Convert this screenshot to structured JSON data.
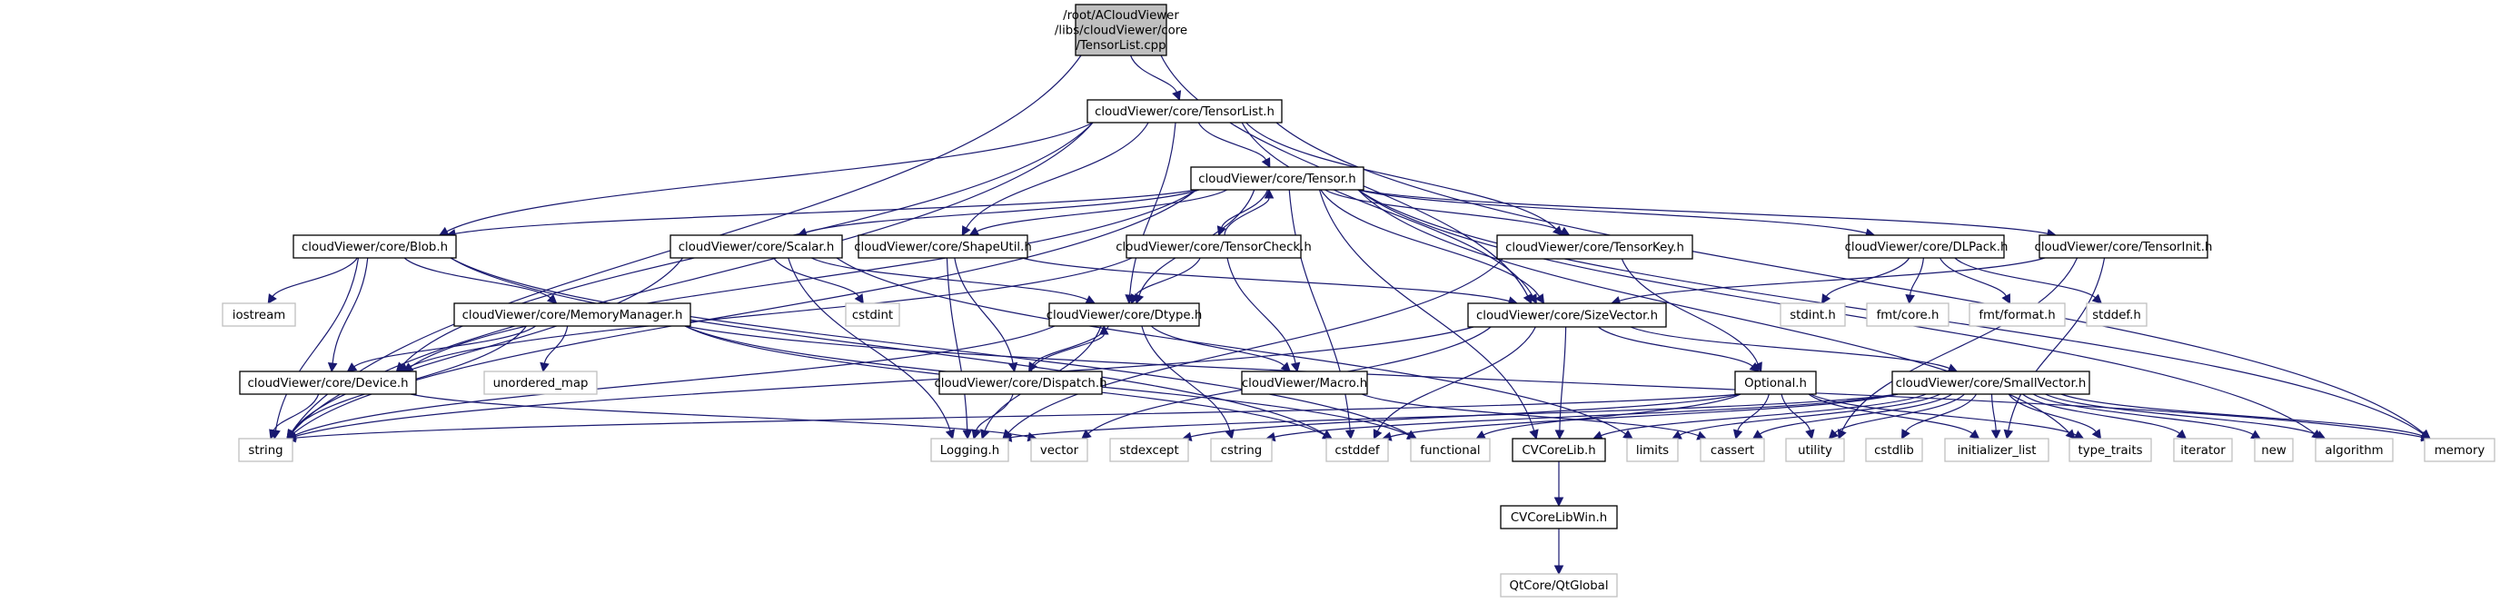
{
  "title": "Include dependency graph for TensorList.cpp",
  "colors": {
    "edge": "#191970",
    "root_fill": "#bfbfbf",
    "local_border": "#000000",
    "system_border": "#bfbfbf"
  },
  "nodes": [
    {
      "id": "root",
      "kind": "root",
      "lines": [
        "/root/ACloudViewer",
        "/libs/cloudViewer/core",
        "/TensorList.cpp"
      ]
    },
    {
      "id": "tensorlist",
      "kind": "local",
      "lines": [
        "cloudViewer/core/TensorList.h"
      ]
    },
    {
      "id": "tensor",
      "kind": "local",
      "lines": [
        "cloudViewer/core/Tensor.h"
      ]
    },
    {
      "id": "blob",
      "kind": "local",
      "lines": [
        "cloudViewer/core/Blob.h"
      ]
    },
    {
      "id": "scalar",
      "kind": "local",
      "lines": [
        "cloudViewer/core/Scalar.h"
      ]
    },
    {
      "id": "shapeutil",
      "kind": "local",
      "lines": [
        "cloudViewer/core/ShapeUtil.h"
      ]
    },
    {
      "id": "tensorcheck",
      "kind": "local",
      "lines": [
        "cloudViewer/core/TensorCheck.h"
      ]
    },
    {
      "id": "tensorkey",
      "kind": "local",
      "lines": [
        "cloudViewer/core/TensorKey.h"
      ]
    },
    {
      "id": "dlpack",
      "kind": "local",
      "lines": [
        "cloudViewer/core/DLPack.h"
      ]
    },
    {
      "id": "tensorinit",
      "kind": "local",
      "lines": [
        "cloudViewer/core/TensorInit.h"
      ]
    },
    {
      "id": "iostream",
      "kind": "system",
      "lines": [
        "iostream"
      ]
    },
    {
      "id": "memorymanager",
      "kind": "local",
      "lines": [
        "cloudViewer/core/MemoryManager.h"
      ]
    },
    {
      "id": "cstdint",
      "kind": "system",
      "lines": [
        "cstdint"
      ]
    },
    {
      "id": "dtype",
      "kind": "local",
      "lines": [
        "cloudViewer/core/Dtype.h"
      ]
    },
    {
      "id": "sizevector",
      "kind": "local",
      "lines": [
        "cloudViewer/core/SizeVector.h"
      ]
    },
    {
      "id": "stdint",
      "kind": "system",
      "lines": [
        "stdint.h"
      ]
    },
    {
      "id": "fmtcore",
      "kind": "system",
      "lines": [
        "fmt/core.h"
      ]
    },
    {
      "id": "fmtformat",
      "kind": "system",
      "lines": [
        "fmt/format.h"
      ]
    },
    {
      "id": "stddef",
      "kind": "system",
      "lines": [
        "stddef.h"
      ]
    },
    {
      "id": "device",
      "kind": "local",
      "lines": [
        "cloudViewer/core/Device.h"
      ]
    },
    {
      "id": "unordered_map",
      "kind": "system",
      "lines": [
        "unordered_map"
      ]
    },
    {
      "id": "dispatch",
      "kind": "local",
      "lines": [
        "cloudViewer/core/Dispatch.h"
      ]
    },
    {
      "id": "macro",
      "kind": "local",
      "lines": [
        "cloudViewer/Macro.h"
      ]
    },
    {
      "id": "optional",
      "kind": "local",
      "lines": [
        "Optional.h"
      ]
    },
    {
      "id": "smallvector",
      "kind": "local",
      "lines": [
        "cloudViewer/core/SmallVector.h"
      ]
    },
    {
      "id": "string",
      "kind": "system",
      "lines": [
        "string"
      ]
    },
    {
      "id": "logging",
      "kind": "system",
      "lines": [
        "Logging.h"
      ]
    },
    {
      "id": "vector",
      "kind": "system",
      "lines": [
        "vector"
      ]
    },
    {
      "id": "stdexcept",
      "kind": "system",
      "lines": [
        "stdexcept"
      ]
    },
    {
      "id": "cstring",
      "kind": "system",
      "lines": [
        "cstring"
      ]
    },
    {
      "id": "cstddef",
      "kind": "system",
      "lines": [
        "cstddef"
      ]
    },
    {
      "id": "functional",
      "kind": "system",
      "lines": [
        "functional"
      ]
    },
    {
      "id": "cvcorelib",
      "kind": "local",
      "lines": [
        "CVCoreLib.h"
      ]
    },
    {
      "id": "limits",
      "kind": "system",
      "lines": [
        "limits"
      ]
    },
    {
      "id": "cassert",
      "kind": "system",
      "lines": [
        "cassert"
      ]
    },
    {
      "id": "utility",
      "kind": "system",
      "lines": [
        "utility"
      ]
    },
    {
      "id": "cstdlib",
      "kind": "system",
      "lines": [
        "cstdlib"
      ]
    },
    {
      "id": "initializer_list",
      "kind": "system",
      "lines": [
        "initializer_list"
      ]
    },
    {
      "id": "type_traits",
      "kind": "system",
      "lines": [
        "type_traits"
      ]
    },
    {
      "id": "iterator",
      "kind": "system",
      "lines": [
        "iterator"
      ]
    },
    {
      "id": "new",
      "kind": "system",
      "lines": [
        "new"
      ]
    },
    {
      "id": "algorithm",
      "kind": "system",
      "lines": [
        "algorithm"
      ]
    },
    {
      "id": "memory",
      "kind": "system",
      "lines": [
        "memory"
      ]
    },
    {
      "id": "cvcorelibwin",
      "kind": "local",
      "lines": [
        "CVCoreLibWin.h"
      ]
    },
    {
      "id": "qtglobal",
      "kind": "system",
      "lines": [
        "QtCore/QtGlobal"
      ]
    }
  ],
  "edges": [
    [
      "root",
      "tensorlist"
    ],
    [
      "root",
      "string"
    ],
    [
      "root",
      "sizevector"
    ],
    [
      "tensorlist",
      "tensor"
    ],
    [
      "tensorlist",
      "blob"
    ],
    [
      "tensorlist",
      "string"
    ],
    [
      "tensorlist",
      "shapeutil"
    ],
    [
      "tensorlist",
      "dtype"
    ],
    [
      "tensorlist",
      "tensorkey"
    ],
    [
      "tensorlist",
      "sizevector"
    ],
    [
      "tensorlist",
      "device"
    ],
    [
      "tensorlist",
      "memory"
    ],
    [
      "tensor",
      "blob"
    ],
    [
      "tensor",
      "scalar"
    ],
    [
      "tensor",
      "shapeutil"
    ],
    [
      "tensor",
      "tensorcheck"
    ],
    [
      "tensor",
      "tensorkey"
    ],
    [
      "tensor",
      "dlpack"
    ],
    [
      "tensor",
      "tensorinit"
    ],
    [
      "tensor",
      "dtype"
    ],
    [
      "tensor",
      "sizevector"
    ],
    [
      "tensor",
      "device"
    ],
    [
      "tensor",
      "string"
    ],
    [
      "tensor",
      "cstddef"
    ],
    [
      "tensor",
      "memory"
    ],
    [
      "tensor",
      "algorithm"
    ],
    [
      "tensor",
      "type_traits"
    ],
    [
      "tensor",
      "cvcorelib"
    ],
    [
      "tensorcheck",
      "tensor"
    ],
    [
      "tensorcheck",
      "dtype"
    ],
    [
      "tensorcheck",
      "device"
    ],
    [
      "tensorcheck",
      "macro"
    ],
    [
      "blob",
      "iostream"
    ],
    [
      "blob",
      "memorymanager"
    ],
    [
      "blob",
      "device"
    ],
    [
      "blob",
      "string"
    ],
    [
      "blob",
      "cstddef"
    ],
    [
      "blob",
      "functional"
    ],
    [
      "memorymanager",
      "device"
    ],
    [
      "memorymanager",
      "unordered_map"
    ],
    [
      "memorymanager",
      "string"
    ],
    [
      "memorymanager",
      "cstddef"
    ],
    [
      "memorymanager",
      "memory"
    ],
    [
      "memorymanager",
      "functional"
    ],
    [
      "scalar",
      "cstdint"
    ],
    [
      "scalar",
      "dtype"
    ],
    [
      "scalar",
      "logging"
    ],
    [
      "scalar",
      "string"
    ],
    [
      "scalar",
      "limits"
    ],
    [
      "shapeutil",
      "sizevector"
    ],
    [
      "shapeutil",
      "dispatch"
    ],
    [
      "shapeutil",
      "logging"
    ],
    [
      "tensorkey",
      "optional"
    ],
    [
      "tensorkey",
      "logging"
    ],
    [
      "dlpack",
      "stdint"
    ],
    [
      "dlpack",
      "fmtcore"
    ],
    [
      "dlpack",
      "fmtformat"
    ],
    [
      "dlpack",
      "stddef"
    ],
    [
      "tensorinit",
      "sizevector"
    ],
    [
      "tensorinit",
      "initializer_list"
    ],
    [
      "tensorinit",
      "utility"
    ],
    [
      "dtype",
      "dispatch"
    ],
    [
      "dtype",
      "macro"
    ],
    [
      "dtype",
      "string"
    ],
    [
      "dtype",
      "cstring"
    ],
    [
      "dtype",
      "logging"
    ],
    [
      "dispatch",
      "dtype"
    ],
    [
      "dispatch",
      "logging"
    ],
    [
      "macro",
      "cassert"
    ],
    [
      "device",
      "string"
    ],
    [
      "device",
      "vector"
    ],
    [
      "sizevector",
      "optional"
    ],
    [
      "sizevector",
      "smallvector"
    ],
    [
      "sizevector",
      "cstddef"
    ],
    [
      "sizevector",
      "vector"
    ],
    [
      "sizevector",
      "string"
    ],
    [
      "sizevector",
      "cvcorelib"
    ],
    [
      "optional",
      "cassert"
    ],
    [
      "optional",
      "functional"
    ],
    [
      "optional",
      "initializer_list"
    ],
    [
      "optional",
      "stdexcept"
    ],
    [
      "optional",
      "string"
    ],
    [
      "optional",
      "type_traits"
    ],
    [
      "optional",
      "utility"
    ],
    [
      "smallvector",
      "algorithm"
    ],
    [
      "smallvector",
      "cassert"
    ],
    [
      "smallvector",
      "cstddef"
    ],
    [
      "smallvector",
      "cstdlib"
    ],
    [
      "smallvector",
      "cstring"
    ],
    [
      "smallvector",
      "initializer_list"
    ],
    [
      "smallvector",
      "iterator"
    ],
    [
      "smallvector",
      "limits"
    ],
    [
      "smallvector",
      "memory"
    ],
    [
      "smallvector",
      "new"
    ],
    [
      "smallvector",
      "type_traits"
    ],
    [
      "smallvector",
      "utility"
    ],
    [
      "smallvector",
      "cvcorelib"
    ],
    [
      "smallvector",
      "logging"
    ],
    [
      "cvcorelib",
      "cvcorelibwin"
    ],
    [
      "cvcorelibwin",
      "qtglobal"
    ]
  ]
}
